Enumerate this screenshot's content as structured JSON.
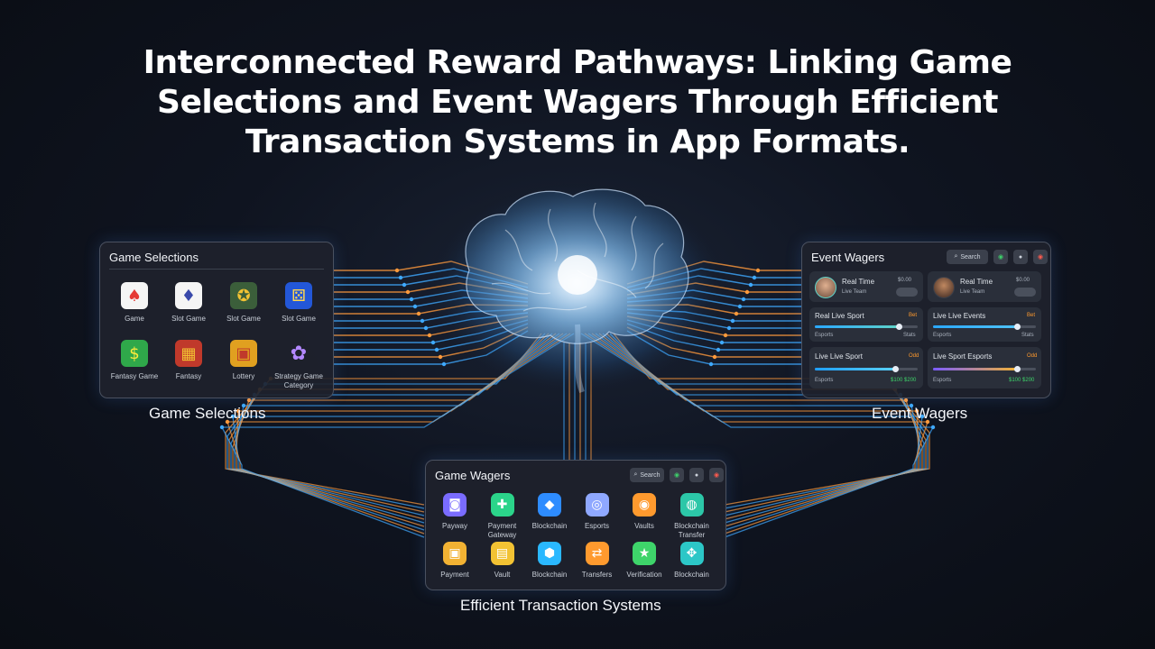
{
  "title_lines": [
    "Interconnected Reward Pathways: Linking Game",
    "Selections and Event Wagers Through Efficient",
    "Transaction Systems in App Formats."
  ],
  "game_panel": {
    "header": "Game Selections",
    "caption": "Game Selections",
    "items": [
      {
        "label": "Game",
        "icon": "cards-icon"
      },
      {
        "label": "Slot Game",
        "icon": "cards-icon"
      },
      {
        "label": "Slot Game",
        "icon": "slot-machine-icon"
      },
      {
        "label": "Slot Game",
        "icon": "dice-icon"
      },
      {
        "label": "Fantasy Game",
        "icon": "money-icon"
      },
      {
        "label": "Fantasy",
        "icon": "slot-reel-icon"
      },
      {
        "label": "Lottery",
        "icon": "treasure-icon"
      },
      {
        "label": "Strategy Game Category",
        "icon": "molecule-icon"
      }
    ]
  },
  "event_panel": {
    "header": "Event Wagers",
    "caption": "Event Wagers",
    "search_label": "Search",
    "cards": [
      {
        "title": "Real Time",
        "sub": "Live Team",
        "value": "$0.00"
      },
      {
        "title": "Real Time",
        "sub": "Live Team",
        "value": "$0.00"
      }
    ],
    "sliders": [
      {
        "title": "Real Live Sport",
        "tag": "Bet",
        "left": "Esports",
        "right": "Stats",
        "fill": 0.82,
        "colors": [
          "#2aa8ff",
          "#5fd3c8"
        ]
      },
      {
        "title": "Live Live Events",
        "tag": "Bet",
        "left": "Esports",
        "right": "Stats",
        "fill": 0.82,
        "colors": [
          "#2aa8ff",
          "#4fc3f7"
        ]
      },
      {
        "title": "Live Live Sport",
        "tag": "Odd",
        "left": "Esports",
        "right": "$100 $200",
        "fill": 0.78,
        "colors": [
          "#1fa0ff",
          "#59d1ff"
        ]
      },
      {
        "title": "Live Sport Esports",
        "tag": "Odd",
        "left": "Esports",
        "right": "$100 $200",
        "fill": 0.82,
        "colors": [
          "#7b5cff",
          "#f2b233"
        ]
      }
    ]
  },
  "tx_panel": {
    "header": "Game Wagers",
    "caption": "Efficient Transaction Systems",
    "search_label": "Search",
    "items": [
      {
        "label": "Payway",
        "icon": "camera-icon",
        "color": "#7a6cff"
      },
      {
        "label": "Payment Gateway",
        "icon": "shield-icon",
        "color": "#2bd48a"
      },
      {
        "label": "Blockchain",
        "icon": "cube-icon",
        "color": "#2e8cff"
      },
      {
        "label": "Esports",
        "icon": "target-icon",
        "color": "#8fa8ff"
      },
      {
        "label": "Vaults",
        "icon": "ring-icon",
        "color": "#ff9a2e"
      },
      {
        "label": "Blockchain Transfer",
        "icon": "globe-icon",
        "color": "#2cc7a8"
      },
      {
        "label": "Payment",
        "icon": "wallet-icon",
        "color": "#f2b233"
      },
      {
        "label": "Vault",
        "icon": "vault-icon",
        "color": "#f2c233"
      },
      {
        "label": "Blockchain",
        "icon": "hexagon-icon",
        "color": "#2ab8ff"
      },
      {
        "label": "Transfers",
        "icon": "transfer-icon",
        "color": "#ff9a2e"
      },
      {
        "label": "Verification",
        "icon": "star-icon",
        "color": "#3ed46a"
      },
      {
        "label": "Blockchain",
        "icon": "nodes-icon",
        "color": "#2cc7c7"
      }
    ]
  }
}
